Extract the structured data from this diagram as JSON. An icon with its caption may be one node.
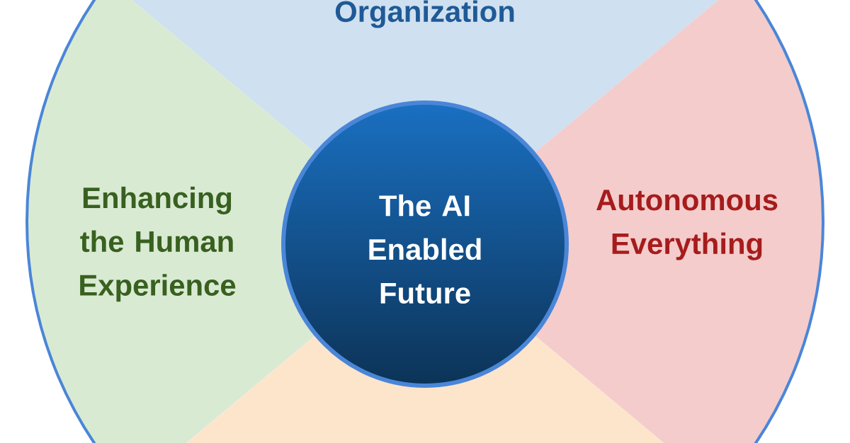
{
  "diagram": {
    "nodes": [
      {
        "text": [
          "Organization"
        ]
      },
      {
        "text": [
          "Enhancing the Human Experience"
        ]
      },
      {
        "text": [
          "The AI Enabled Future"
        ]
      },
      {
        "text": [
          "Autonomous Everything"
        ]
      },
      {
        "text": [],
        "shape": "wedge"
      }
    ]
  }
}
